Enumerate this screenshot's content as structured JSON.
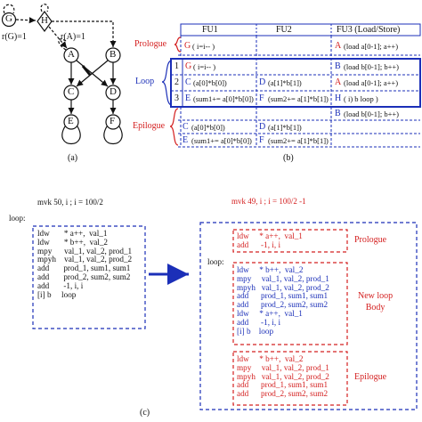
{
  "graph": {
    "nodes": {
      "G": "G",
      "H": "H",
      "A": "A",
      "B": "B",
      "C": "C",
      "D": "D",
      "E": "E",
      "F": "F"
    },
    "labels": {
      "rG": "r(G)=1",
      "rA": "r(A)=1"
    }
  },
  "captions": {
    "a": "(a)",
    "b": "(b)",
    "c": "(c)"
  },
  "table": {
    "headers": [
      "FU1",
      "FU2",
      "FU3 (Load/Store)"
    ],
    "section_labels": {
      "prologue": "Prologue",
      "loop": "Loop",
      "epilogue": "Epilogue"
    },
    "prologue_row": {
      "fu1_letter": "G",
      "fu1_text": "( i=i-- )",
      "fu3_letter": "A",
      "fu3_text": "(load a[0-1]; a++)"
    },
    "loop_rows": [
      {
        "num": "1",
        "fu1_letter": "G",
        "fu1_text": "( i=i-- )",
        "fu2_letter": "",
        "fu2_text": "",
        "fu3_letter": "B",
        "fu3_text": "(load b[0-1]; b++)"
      },
      {
        "num": "2",
        "fu1_letter": "C",
        "fu1_text": "(a[0]*b[0])",
        "fu2_letter": "D",
        "fu2_text": "(a[1]*b[1])",
        "fu3_letter": "A",
        "fu3_text": "(load a[0-1]; a++)"
      },
      {
        "num": "3",
        "fu1_letter": "E",
        "fu1_text": "(sum1+= a[0]*b[0])",
        "fu2_letter": "F",
        "fu2_text": "(sum2+= a[1]*b[1])",
        "fu3_letter": "H",
        "fu3_text": "( i) b loop )"
      }
    ],
    "epilogue_rows": [
      {
        "fu1_letter": "",
        "fu1_text": "",
        "fu2_letter": "",
        "fu2_text": "",
        "fu3_letter": "B",
        "fu3_text": "(load b[0-1]; b++)"
      },
      {
        "fu1_letter": "C",
        "fu1_text": "(a[0]*b[0])",
        "fu2_letter": "D",
        "fu2_text": "(a[1]*b[1])",
        "fu3_letter": "",
        "fu3_text": ""
      },
      {
        "fu1_letter": "E",
        "fu1_text": "(sum1+= a[0]*b[0])",
        "fu2_letter": "F",
        "fu2_text": "(sum2+= a[1]*b[1])",
        "fu3_letter": "",
        "fu3_text": ""
      }
    ]
  },
  "left_code": {
    "mvk_line": "mvk     50, i     ; i = 100/2",
    "loop_label": "loop:",
    "body": "ldw       * a++,  val_1\nldw       * b++,  val_2\nmpy      val_1, val_2, prod_1\nmpyh    val_1, val_2, prod_2\nadd       prod_1, sum1, sum1\nadd       prod_2, sum2, sum2\nadd       -1, i, i\n[i] b     loop"
  },
  "right_code": {
    "mvk_line": "mvk     49, i     ; i = 100/2 -1",
    "loop_label": "loop:",
    "prologue_code": "ldw     * a++,  val_1\nadd      -1, i, i",
    "prologue_label": "Prologue",
    "body_code": "ldw     * b++,  val_2\nmpy     val_1, val_2, prod_1\nmpyh   val_1, val_2, prod_2\nadd      prod_1, sum1, sum1\nadd      prod_2, sum2, sum2\nldw     * a++,  val_1\nadd      -1, i, i\n[i] b    loop",
    "body_label": "New loop\nBody",
    "epilogue_code": "ldw     * b++,  val_2\nmpy     val_1, val_2, prod_1\nmpyh   val_1, val_2, prod_2\nadd      prod_1, sum1, sum1\nadd      prod_2, sum2, sum2",
    "epilogue_label": "Epilogue"
  },
  "colors": {
    "red": "#d42020",
    "blue": "#1b2fb8",
    "ink": "#111111"
  }
}
